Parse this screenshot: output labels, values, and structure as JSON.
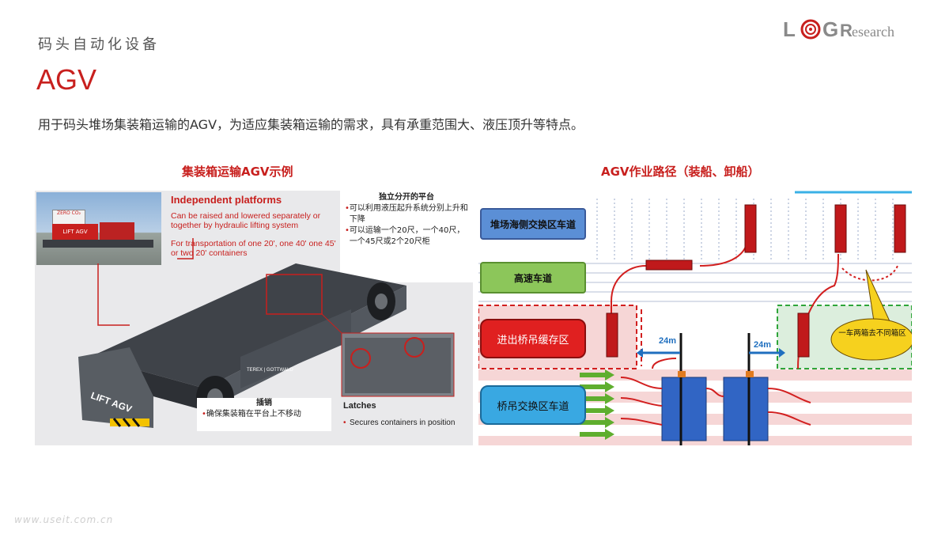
{
  "header": {
    "section": "码头自动化设备",
    "title": "AGV",
    "description": "用于码头堆场集装箱运输的AGV，为适应集装箱运输的需求，具有承重范围大、液压顶升等特点。"
  },
  "logo": {
    "text": "LOGResearch",
    "letters": [
      "L",
      "O",
      "G",
      "R",
      "esearch"
    ],
    "color": "#c8201e"
  },
  "left_panel": {
    "caption": "集装箱运输AGV示例",
    "independent_title": "Independent platforms",
    "independent_body1": "Can be raised and lowered separately or together by hydraulic lifting system",
    "independent_body2": "For transportation of one 20', one 40' one 45' or two 20' containers",
    "cn_box_title": "独立分开的平台",
    "cn_box_line1": "可以利用液压起升系统分别上升和下降",
    "cn_box_line2": "可以运输一个20尺，一个40尺，一个45尺或2个20尺柜",
    "photo_label1": "ZERO CO₂",
    "photo_label2": "LIFT AGV",
    "vehicle_label": "LIFT AGV",
    "brand_label": "TEREX | GOTTWALD",
    "pin_title": "插销",
    "pin_body": "确保集装箱在平台上不移动",
    "latches_title": "Latches",
    "latches_body": "Secures containers in position"
  },
  "right_panel": {
    "caption": "AGV作业路径（装船、卸船）",
    "lane_yard": "堆场海侧交换区车道",
    "lane_highway": "高速车道",
    "lane_buffer": "进出桥吊缓存区",
    "lane_crane": "桥吊交换区车道",
    "dist_left": "24m",
    "dist_right": "24m",
    "callout": "一车两箱去不同箱区"
  },
  "footer": {
    "watermark": "www.useit.com.cn"
  },
  "colors": {
    "accent": "#c8201e",
    "blue_label": "#5b8fd6",
    "green_label": "#8cc65a"
  }
}
